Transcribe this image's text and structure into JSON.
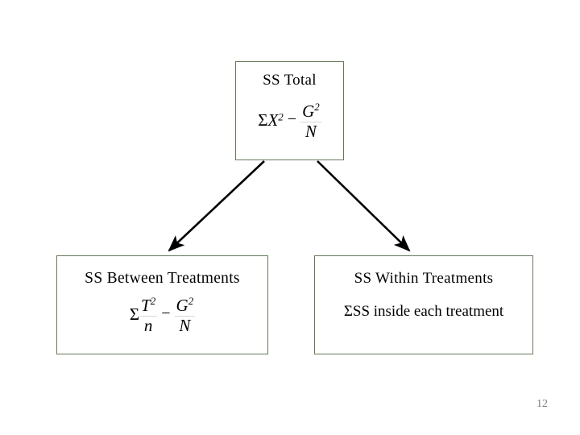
{
  "slide": {
    "page_number": "12",
    "background_color": "#ffffff",
    "box_border_color": "#66795a",
    "arrow_color": "#000000",
    "text_color": "#000000",
    "page_number_color": "#808080"
  },
  "nodes": {
    "total": {
      "title": "SS Total",
      "formula_plain": "ΣX² − G²/N",
      "formula": {
        "sigma": "Σ",
        "term_var": "X",
        "term_sup": "2",
        "operator": "−",
        "fraction_numerator": "G",
        "fraction_numerator_sup": "2",
        "fraction_denominator": "N"
      }
    },
    "between": {
      "title": "SS Between Treatments",
      "formula_plain": "Σ T²/n − G²/N",
      "formula": {
        "sigma": "Σ",
        "fraction1_numerator": "T",
        "fraction1_numerator_sup": "2",
        "fraction1_denominator": "n",
        "operator": "−",
        "fraction2_numerator": "G",
        "fraction2_numerator_sup": "2",
        "fraction2_denominator": "N"
      }
    },
    "within": {
      "title": "SS Within Treatments",
      "description_sigma": "Σ",
      "description_text": "SS inside each treatment"
    }
  },
  "arrows": [
    {
      "name": "arrow-total-to-between",
      "from": "SS Total",
      "to": "SS Between Treatments"
    },
    {
      "name": "arrow-total-to-within",
      "from": "SS Total",
      "to": "SS Within Treatments"
    }
  ]
}
